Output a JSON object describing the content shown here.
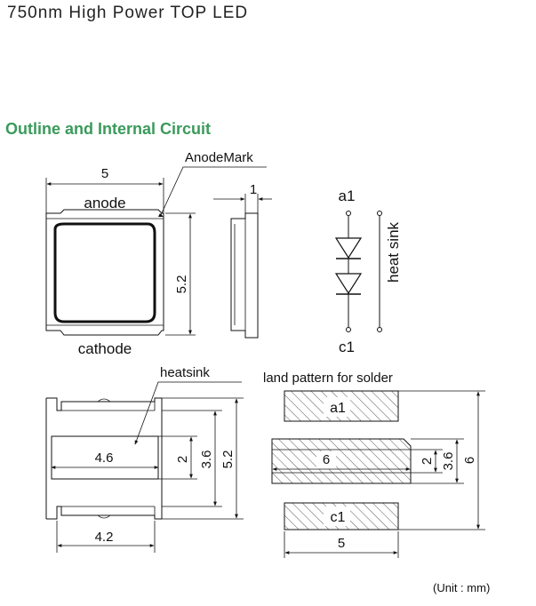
{
  "page_title": "750nm High Power TOP LED",
  "section_title": "Outline and Internal Circuit",
  "unit_note": "(Unit : mm)",
  "top_view": {
    "width_dim": "5",
    "height_dim": "5.2",
    "anode_label": "anode",
    "cathode_label": "cathode",
    "anode_mark_label": "AnodeMark"
  },
  "side_view": {
    "thickness_dim": "1"
  },
  "circuit": {
    "top_terminal": "a1",
    "bottom_terminal": "c1",
    "heatsink_label": "heat sink"
  },
  "bottom_view": {
    "heatsink_label": "heatsink",
    "pad_width_dim": "4.6",
    "pad_height_dim": "2",
    "dim_3_6": "3.6",
    "dim_5_2": "5.2",
    "base_width_dim": "4.2"
  },
  "land_pattern": {
    "title": "land pattern for solder",
    "top_pad_label": "a1",
    "center_pad_dim": "6",
    "bottom_pad_label": "c1",
    "width_dim": "5",
    "dim_2": "2",
    "dim_3_6": "3.6",
    "dim_6": "6"
  }
}
